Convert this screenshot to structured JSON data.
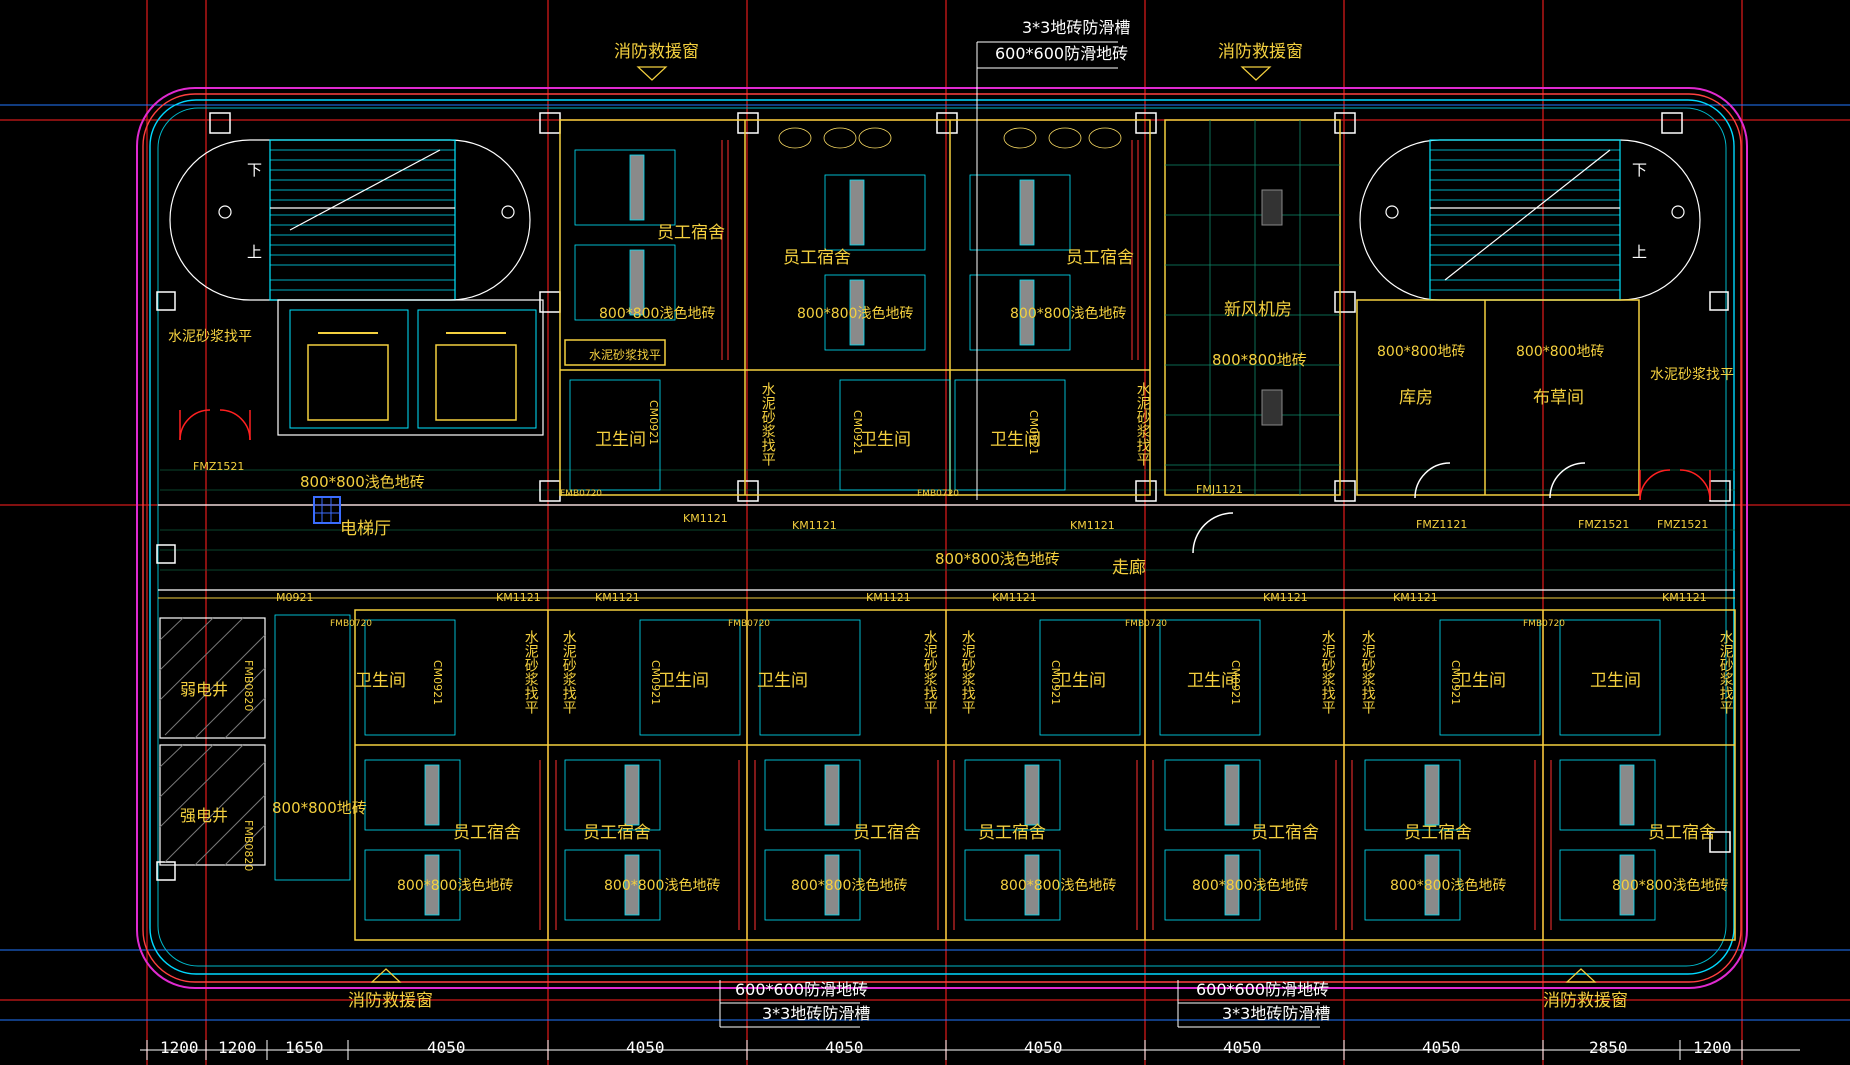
{
  "fire_rescue_window": "消防救援窗",
  "rooms": {
    "dorm": "员工宿舍",
    "wc": "卫生间",
    "fresh_air": "新风机房",
    "storage": "库房",
    "linen": "布草间",
    "elevator_hall": "电梯厅",
    "corridor": "走廊",
    "weak_shaft": "弱电井",
    "strong_shaft": "强电井"
  },
  "finishes": {
    "tile_light": "800*800浅色地砖",
    "tile": "800*800地砖",
    "antislip_600": "600*600防滑地砖",
    "groove_3": "3*3地砖防滑槽",
    "cement": "水泥砂浆找平",
    "cement_short": "水泥砂浆找平"
  },
  "doors": {
    "fmz1521": "FMZ1521",
    "fmz1121": "FMZ1121",
    "fmj1121": "FMJ1121",
    "km1121": "KM1121",
    "m0921": "M0921",
    "cm0921": "CM0921",
    "fmb0820": "FMB0820",
    "fmb0720": "FMB0720"
  },
  "stairs": {
    "down": "下",
    "up": "上"
  },
  "dimensions": [
    "1200",
    "1200",
    "1650",
    "4050",
    "4050",
    "4050",
    "4050",
    "4050",
    "4050",
    "2850",
    "1200"
  ]
}
